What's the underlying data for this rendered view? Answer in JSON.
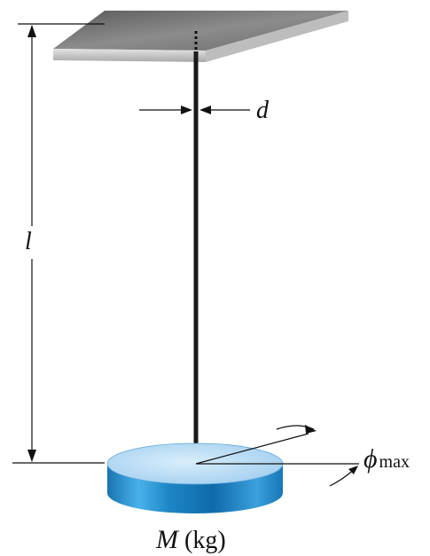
{
  "labels": {
    "length": "l",
    "diameter": "d",
    "angle_symbol": "ϕ",
    "angle_subscript": "max",
    "mass_symbol": "M",
    "mass_unit": " (kg)"
  },
  "colors": {
    "ceiling_top": "#6f6f6f",
    "ceiling_front": "#cfcfcf",
    "rod": "#1a1a1a",
    "disk_top": "#a8d2f0",
    "disk_side": "#1e88c8",
    "line": "#111111"
  }
}
